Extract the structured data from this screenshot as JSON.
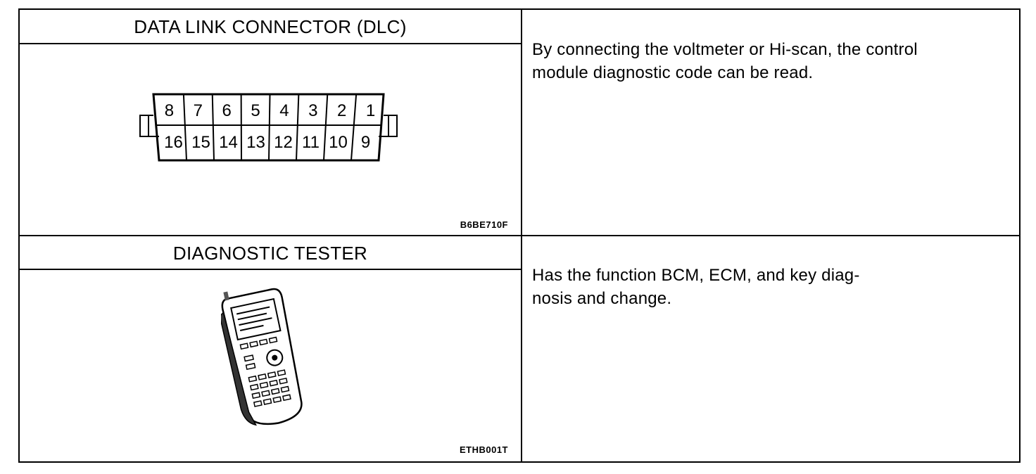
{
  "rows": [
    {
      "tool": "DATA LINK CONNECTOR (DLC)",
      "figure_code": "B6BE710F",
      "description_lines": [
        "By connecting the voltmeter or Hi-scan, the control",
        "module diagnostic code can be read."
      ],
      "connector_pins": {
        "top": [
          "8",
          "7",
          "6",
          "5",
          "4",
          "3",
          "2",
          "1"
        ],
        "bottom": [
          "16",
          "15",
          "14",
          "13",
          "12",
          "11",
          "10",
          "9"
        ]
      }
    },
    {
      "tool": "DIAGNOSTIC TESTER",
      "figure_code": "ETHB001T",
      "description_lines": [
        "Has the function BCM, ECM, and key diag-",
        "nosis and change."
      ]
    }
  ]
}
